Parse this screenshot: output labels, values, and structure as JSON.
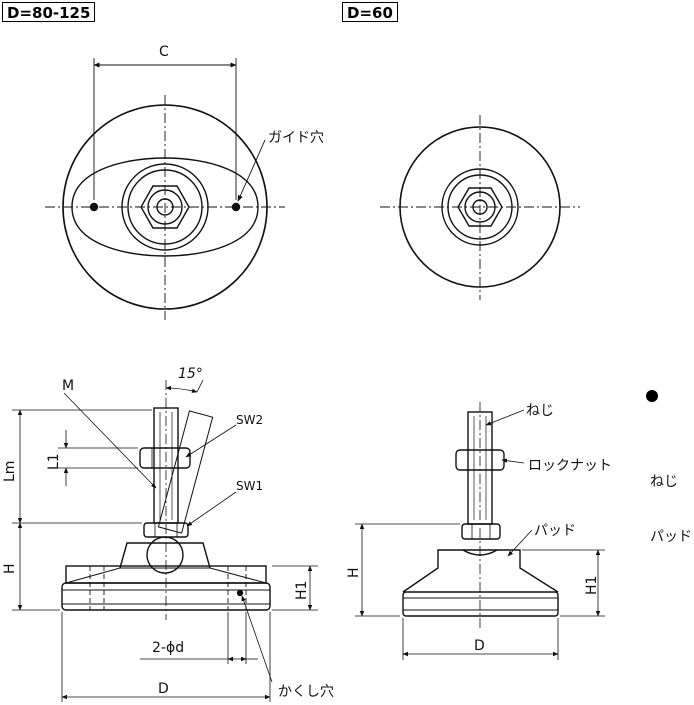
{
  "tags": {
    "large": "D=80-125",
    "small": "D=60"
  },
  "labels": {
    "c": "C",
    "guide_hole": "ガイド穴",
    "angle": "15°",
    "m": "M",
    "sw2": "SW2",
    "sw1": "SW1",
    "lm": "Lm",
    "l1": "L1",
    "h": "H",
    "h1": "H1",
    "pd": "2-ϕd",
    "d": "D",
    "countersink": "かくし穴",
    "screw": "ねじ",
    "lock_nut": "ロックナット",
    "pad": "パッド"
  },
  "legend": {
    "items": [
      "ねじ",
      "パッド"
    ]
  }
}
